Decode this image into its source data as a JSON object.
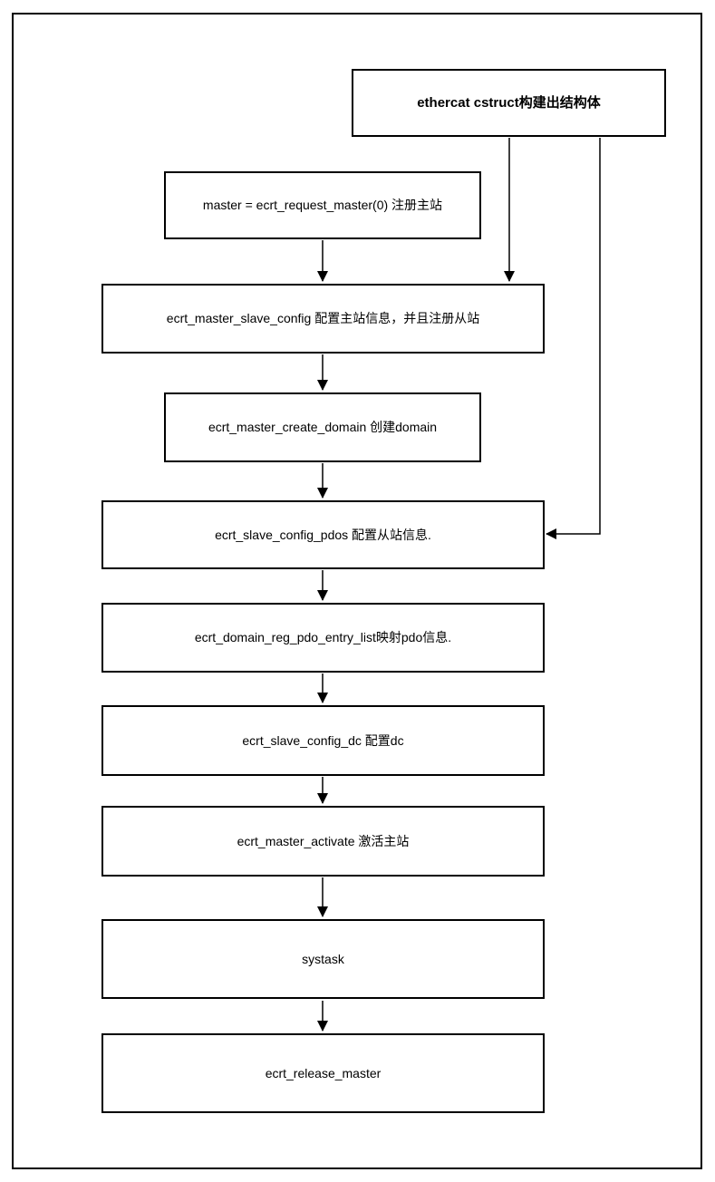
{
  "diagram": {
    "type": "flowchart",
    "colors": {
      "background": "#ffffff",
      "border": "#000000",
      "line": "#000000",
      "text": "#000000"
    }
  },
  "nodes": [
    {
      "id": "ethercat-cstruct",
      "label": "ethercat cstruct构建出结构体",
      "bold": true
    },
    {
      "id": "request-master",
      "label": "master = ecrt_request_master(0) 注册主站"
    },
    {
      "id": "master-slave-config",
      "label": "ecrt_master_slave_config 配置主站信息，并且注册从站"
    },
    {
      "id": "create-domain",
      "label": "ecrt_master_create_domain 创建domain"
    },
    {
      "id": "slave-config-pdos",
      "label": "ecrt_slave_config_pdos 配置从站信息."
    },
    {
      "id": "domain-reg-pdo",
      "label": "ecrt_domain_reg_pdo_entry_list映射pdo信息."
    },
    {
      "id": "slave-config-dc",
      "label": "ecrt_slave_config_dc 配置dc"
    },
    {
      "id": "master-activate",
      "label": "ecrt_master_activate 激活主站"
    },
    {
      "id": "systask",
      "label": "systask"
    },
    {
      "id": "release-master",
      "label": "ecrt_release_master"
    }
  ],
  "connections": [
    {
      "from": "request-master",
      "to": "master-slave-config"
    },
    {
      "from": "ethercat-cstruct",
      "to": "master-slave-config"
    },
    {
      "from": "ethercat-cstruct",
      "to": "slave-config-pdos"
    },
    {
      "from": "master-slave-config",
      "to": "create-domain"
    },
    {
      "from": "create-domain",
      "to": "slave-config-pdos"
    },
    {
      "from": "slave-config-pdos",
      "to": "domain-reg-pdo"
    },
    {
      "from": "domain-reg-pdo",
      "to": "slave-config-dc"
    },
    {
      "from": "slave-config-dc",
      "to": "master-activate"
    },
    {
      "from": "master-activate",
      "to": "systask"
    },
    {
      "from": "systask",
      "to": "release-master"
    }
  ]
}
